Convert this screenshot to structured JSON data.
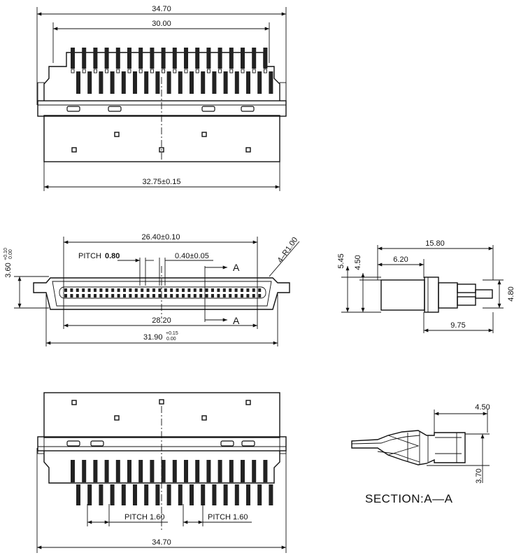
{
  "top_view": {
    "overall_width": "34.70",
    "pin_span": "30.00",
    "body_width": "32.75±0.15"
  },
  "front_view": {
    "slot_width": "26.40±0.10",
    "pitch_label": "PITCH",
    "pitch_value": "0.80",
    "pin_width": "0.40±0.05",
    "radius": "4–R1.00",
    "height_main": "3.60",
    "height_tol_plus": "+0.10",
    "height_tol_minus": "0.00",
    "inner_width": "28.20",
    "total_width": "31.90",
    "total_tol_plus": "+0.15",
    "total_tol_minus": "0.00",
    "section_marker_top": "A",
    "section_marker_bottom": "A"
  },
  "side_view": {
    "overall_length": "15.80",
    "front_length": "6.20",
    "height_outer": "5.45",
    "height_inner": "4.50",
    "tail_height": "4.80",
    "tail_length": "9.75"
  },
  "bottom_view": {
    "pitch_left": "PITCH  1.60",
    "pitch_right": "PITCH  1.60",
    "overall_width": "34.70"
  },
  "section_view": {
    "depth": "4.50",
    "height": "3.70",
    "title": "SECTION:A—A"
  }
}
